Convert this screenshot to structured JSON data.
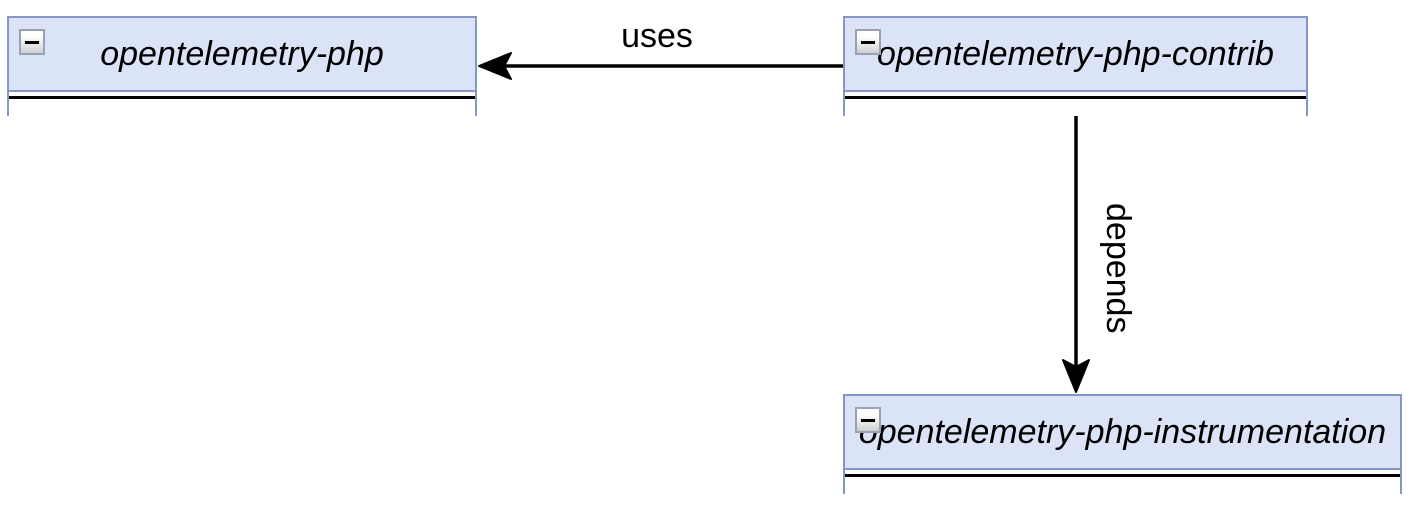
{
  "diagram": {
    "type": "dependency-diagram",
    "nodes": [
      {
        "label": "opentelemetry-php"
      },
      {
        "label": "opentelemetry-php-contrib"
      },
      {
        "label": "opentelemetry-php-instrumentation"
      }
    ],
    "edges": [
      {
        "label": "uses",
        "from": "opentelemetry-php-contrib",
        "to": "opentelemetry-php",
        "direction": "left"
      },
      {
        "label": "depends",
        "from": "opentelemetry-php-contrib",
        "to": "opentelemetry-php-instrumentation",
        "direction": "down"
      }
    ],
    "icons": {
      "collapse": "minus-icon"
    },
    "colors": {
      "node_fill": "#dbe3f6",
      "node_border": "#8595c6",
      "arrow": "#000000"
    }
  }
}
